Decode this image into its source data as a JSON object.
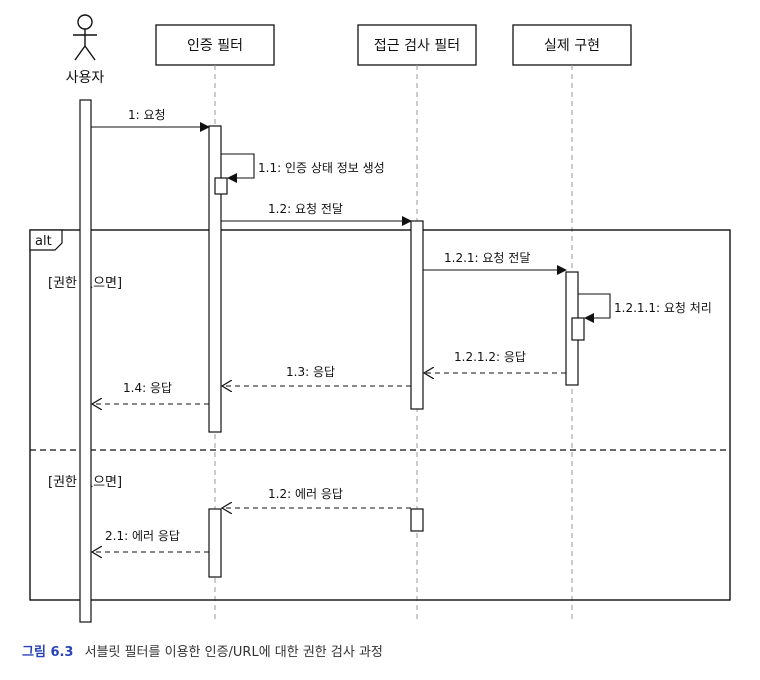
{
  "participants": {
    "user": "사용자",
    "auth_filter": "인증 필터",
    "access_filter": "접근 검사 필터",
    "impl": "실제 구현"
  },
  "messages": {
    "m1": "1: 요청",
    "m1_1": "1.1: 인증 상태 정보 생성",
    "m1_2": "1.2: 요청 전달",
    "m1_2_1": "1.2.1: 요청 전달",
    "m1_2_1_1": "1.2.1.1: 요청 처리",
    "m1_2_1_2": "1.2.1.2: 응답",
    "m1_3": "1.3: 응답",
    "m1_4": "1.4: 응답",
    "m_err_1_2": "1.2: 에러 응답",
    "m_err_2_1": "2.1: 에러 응답"
  },
  "frame": {
    "operator": "alt",
    "guard_1": "[권한 있으면]",
    "guard_2": "[권한 없으면]"
  },
  "caption": {
    "number": "그림 6.3",
    "text": "서블릿 필터를 이용한 인증/URL에 대한 권한 검사 과정"
  }
}
